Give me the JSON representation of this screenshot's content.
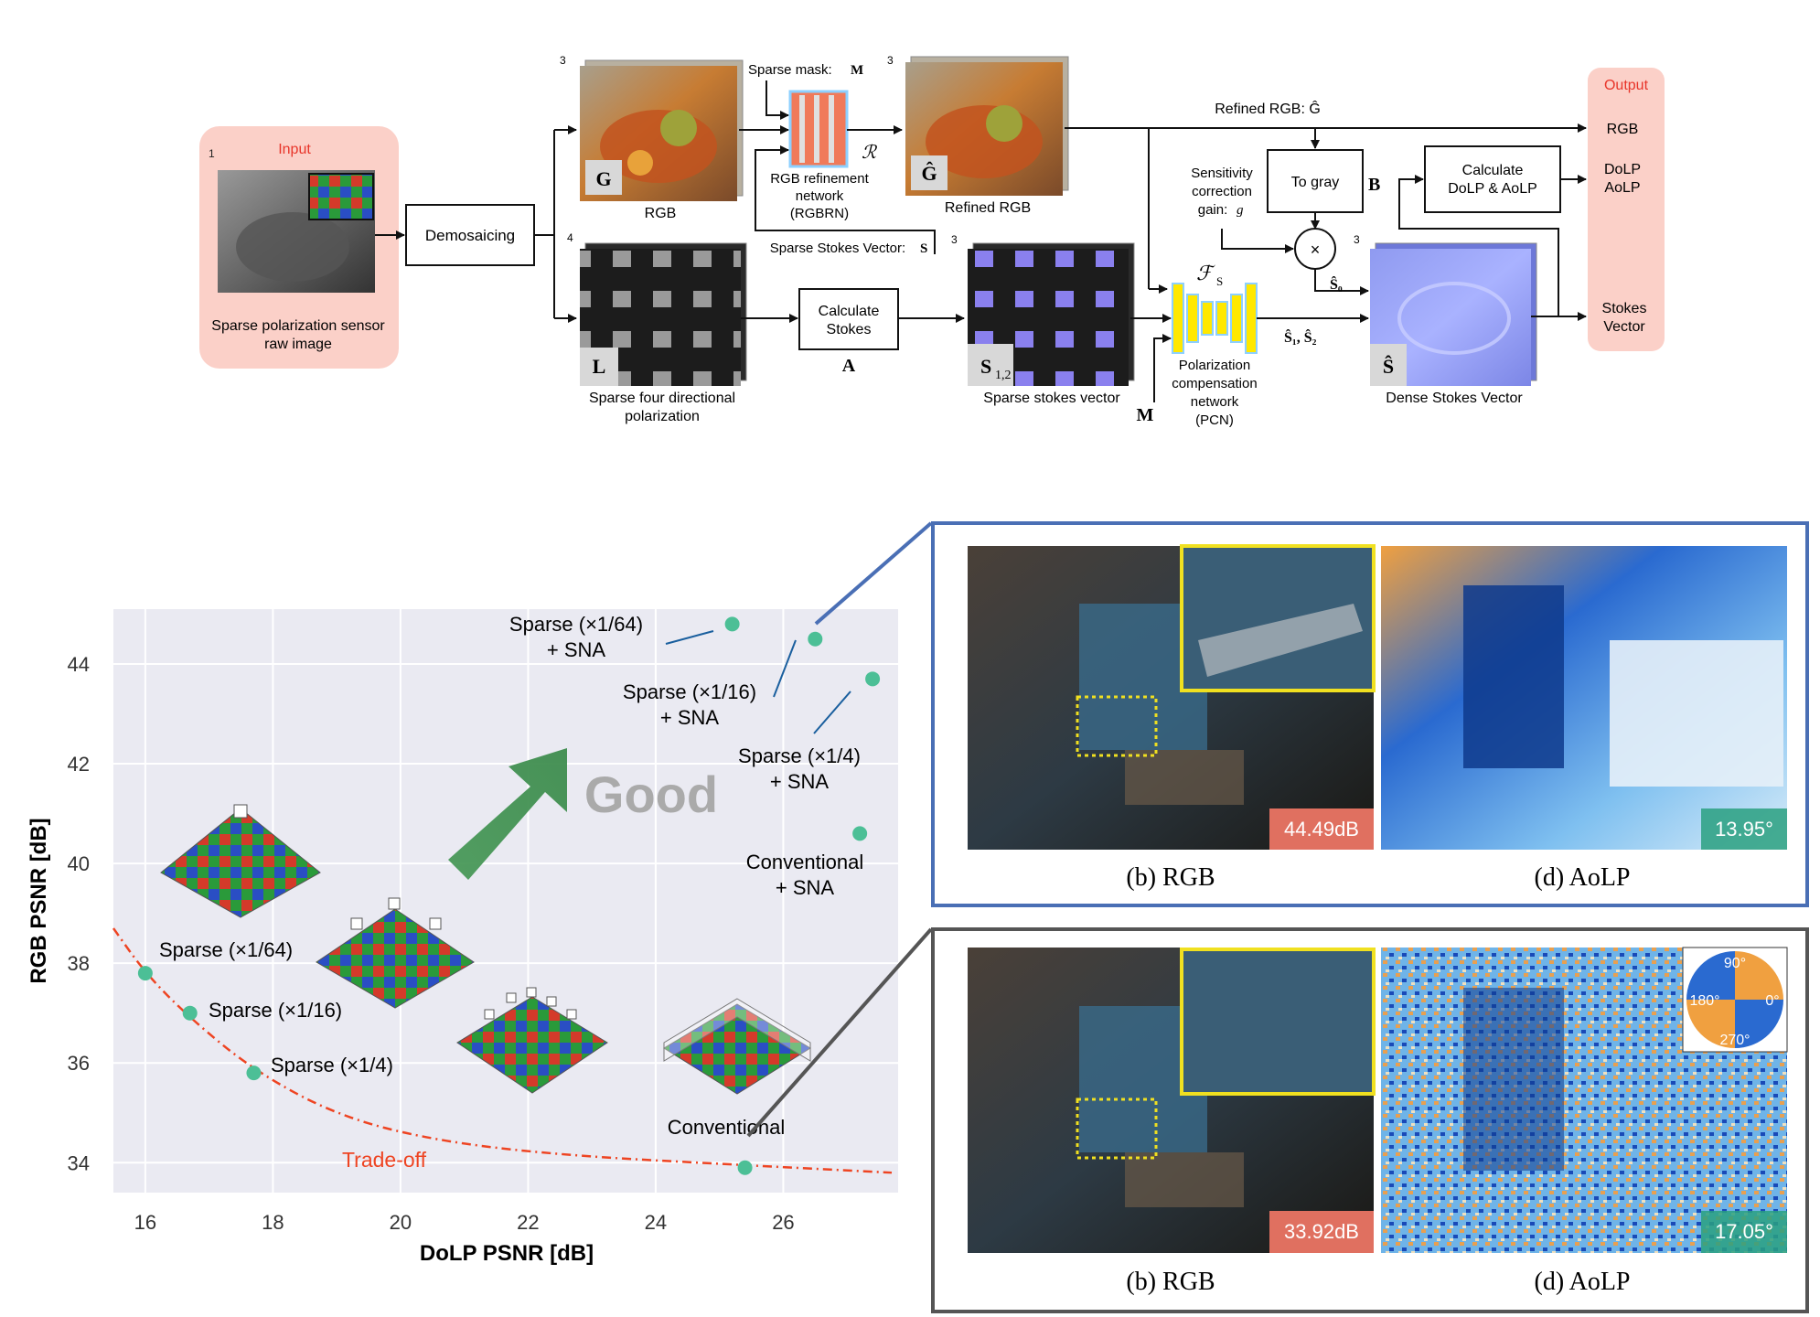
{
  "pipeline": {
    "input_label": "Input",
    "input_caption_1": "Sparse polarization sensor",
    "input_caption_2": "raw image",
    "demosaicing": "Demosaicing",
    "rgb_caption": "RGB",
    "rgb_symbol": "G",
    "sparse_mask": "Sparse mask:",
    "sparse_mask_symbol": "M",
    "r_symbol": "ℛ",
    "rgbrn_1": "RGB refinement",
    "rgbrn_2": "network",
    "rgbrn_3": "(RGBRN)",
    "refined_symbol": "Ĝ",
    "refined_caption": "Refined RGB",
    "refined_rgb_label": "Refined RGB: Ĝ",
    "sparse_stokes_label": "Sparse Stokes Vector:",
    "sparse_stokes_symbol": "S",
    "l_symbol": "L",
    "four_dir_1": "Sparse four directional",
    "four_dir_2": "polarization",
    "calc_stokes_1": "Calculate",
    "calc_stokes_2": "Stokes",
    "a_symbol": "A",
    "s12_symbol": "S",
    "s12_sub": "1,2",
    "sparse_stokes_caption": "Sparse stokes vector",
    "m_symbol": "M",
    "fs_symbol": "ℱ",
    "fs_sub": "S",
    "pcn_1": "Polarization",
    "pcn_2": "compensation",
    "pcn_3": "network",
    "pcn_4": "(PCN)",
    "s12_hat": "Ŝ₁, Ŝ₂",
    "sens_1": "Sensitivity",
    "sens_2": "correction",
    "sens_3": "gain:",
    "sens_g": "g",
    "to_gray": "To gray",
    "b_symbol": "B",
    "times": "×",
    "s0_hat": "Ŝ₀",
    "calc_dolp_1": "Calculate",
    "calc_dolp_2": "DoLP & AoLP",
    "dense_symbol": "Ŝ",
    "dense_caption": "Dense Stokes Vector",
    "output_label": "Output",
    "out_rgb": "RGB",
    "out_dolp": "DoLP",
    "out_aolp": "AoLP",
    "out_stokes_1": "Stokes",
    "out_stokes_2": "Vector",
    "dim3": "3",
    "dim1": "1",
    "dim4": "4"
  },
  "chart_data": {
    "type": "scatter",
    "xlabel": "DoLP PSNR [dB]",
    "ylabel": "RGB PSNR [dB]",
    "xlim": [
      15.5,
      27.8
    ],
    "ylim": [
      33.4,
      45.1
    ],
    "xticks": [
      16,
      18,
      20,
      22,
      24,
      26
    ],
    "yticks": [
      34,
      36,
      38,
      40,
      42,
      44
    ],
    "grid": true,
    "point_color": "#4cbf96",
    "curve_color": "#ee4422",
    "series": [
      {
        "name": "Sparse (×1/64)",
        "x": 16.0,
        "y": 37.8
      },
      {
        "name": "Sparse (×1/16)",
        "x": 16.7,
        "y": 37.0
      },
      {
        "name": "Sparse (×1/4)",
        "x": 17.7,
        "y": 35.8
      },
      {
        "name": "Conventional",
        "x": 25.4,
        "y": 33.9
      },
      {
        "name": "Sparse (×1/64) + SNA",
        "x": 25.2,
        "y": 44.8
      },
      {
        "name": "Sparse (×1/16) + SNA",
        "x": 26.5,
        "y": 44.5
      },
      {
        "name": "Sparse (×1/4) + SNA",
        "x": 27.4,
        "y": 43.7
      },
      {
        "name": "Conventional + SNA",
        "x": 27.2,
        "y": 40.6
      }
    ],
    "tradeoff_curve": [
      [
        15.5,
        38.7
      ],
      [
        16.0,
        37.8
      ],
      [
        16.7,
        36.9
      ],
      [
        17.7,
        35.85
      ],
      [
        19.0,
        34.95
      ],
      [
        20.5,
        34.45
      ],
      [
        22.5,
        34.15
      ],
      [
        25.4,
        33.95
      ],
      [
        27.7,
        33.8
      ]
    ],
    "labels": {
      "s64_sna_1": "Sparse (×1/64)",
      "s64_sna_2": "+ SNA",
      "s16_sna_1": "Sparse (×1/16)",
      "s16_sna_2": "+ SNA",
      "s4_sna_1": "Sparse (×1/4)",
      "s4_sna_2": "+ SNA",
      "conv_sna_1": "Conventional",
      "conv_sna_2": "+ SNA",
      "s64": "Sparse (×1/64)",
      "s16": "Sparse (×1/16)",
      "s4": "Sparse (×1/4)",
      "conv": "Conventional",
      "good": "Good",
      "tradeoff": "Trade-off"
    }
  },
  "results": {
    "top_rgb_psnr": "44.49dB",
    "top_aolp_err": "13.95°",
    "bottom_rgb_psnr": "33.92dB",
    "bottom_aolp_err": "17.05°",
    "caption_rgb": "(b) RGB",
    "caption_aolp": "(d) AoLP",
    "wheel_90": "90°",
    "wheel_180": "180°",
    "wheel_0": "0°",
    "wheel_270": "270°",
    "top_frame_color": "#4a6fb5",
    "bottom_frame_color": "#555555"
  }
}
